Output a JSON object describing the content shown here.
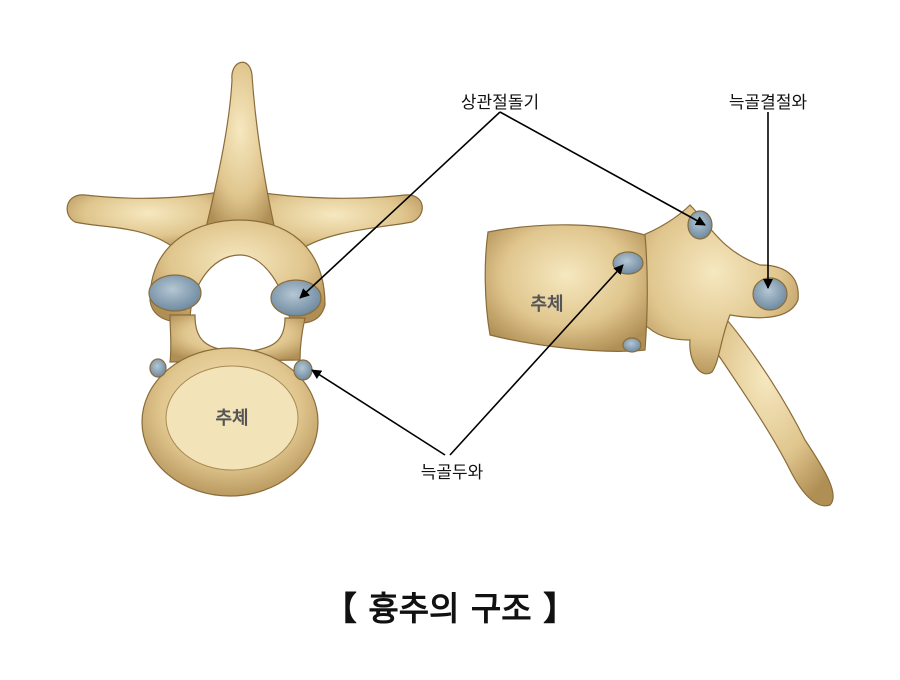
{
  "labels": {
    "superior_articular_process": "상관절돌기",
    "costal_facet_transverse": "늑골결절와",
    "costal_facet_head": "늑골두와",
    "body_top_view": "추체",
    "body_side_view": "추체"
  },
  "title": "【 흉추의 구조 】",
  "colors": {
    "bone": "#e3cf9a",
    "bone_shade": "#b99a5c",
    "facet": "#8aa3b5",
    "arrow": "#000000"
  }
}
